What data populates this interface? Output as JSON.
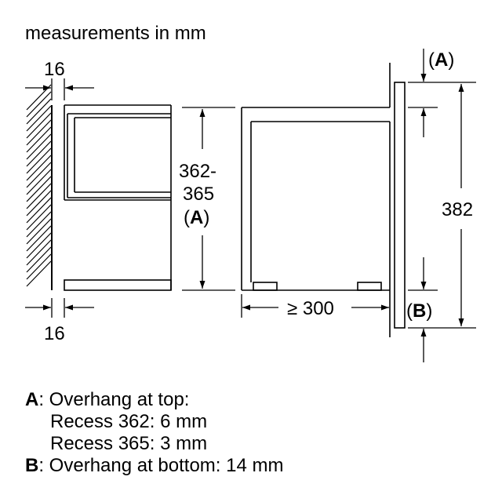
{
  "header": {
    "units_note": "measurements in mm"
  },
  "dimensions": {
    "panel_gap_top": "16",
    "panel_gap_bottom": "16",
    "recess_height_line1": "362-",
    "recess_height_line2": "365",
    "recess_height_open": "(",
    "recess_height_letter": "A",
    "recess_height_close": ")",
    "depth": "≥ 300",
    "front_height": "382",
    "overhang_top_open": "(",
    "overhang_top_letter": "A",
    "overhang_top_close": ")",
    "overhang_bottom_open": "(",
    "overhang_bottom_letter": "B",
    "overhang_bottom_close": ")"
  },
  "legend": {
    "a_letter": "A",
    "a_text": ": Overhang at top:",
    "a_line2": "Recess 362: 6 mm",
    "a_line3": "Recess 365: 3 mm",
    "b_letter": "B",
    "b_text": ": Overhang at bottom: 14 mm"
  }
}
